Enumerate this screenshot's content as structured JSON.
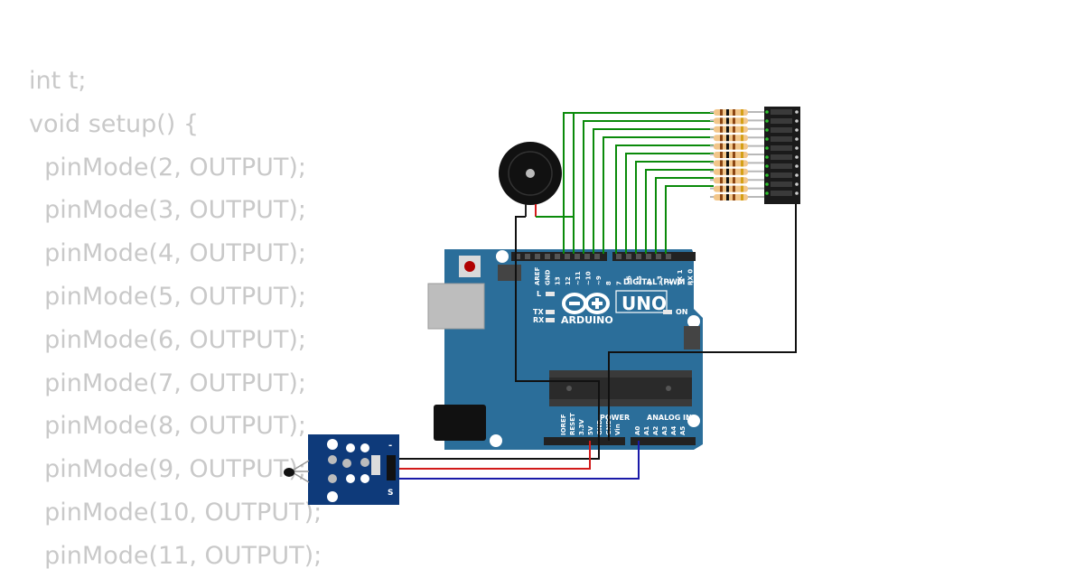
{
  "code": {
    "lines": [
      "int t;",
      "void setup() {",
      "  pinMode(2, OUTPUT);",
      "  pinMode(3, OUTPUT);",
      "  pinMode(4, OUTPUT);",
      "  pinMode(5, OUTPUT);",
      "  pinMode(6, OUTPUT);",
      "  pinMode(7, OUTPUT);",
      "  pinMode(8, OUTPUT);",
      "  pinMode(9, OUTPUT);",
      "  pinMode(10, OUTPUT);",
      "  pinMode(11, OUTPUT);"
    ]
  },
  "board": {
    "brand": "ARDUINO",
    "model": "UNO",
    "digital_header": "DIGITAL (PWM ~)",
    "power_header": "POWER",
    "analog_header": "ANALOG IN",
    "on_label": "ON",
    "l_label": "L",
    "tx_label": "TX",
    "rx_label": "RX",
    "digital_pins": [
      "AREF",
      "GND",
      "13",
      "12",
      "~11",
      "~10",
      "~9",
      "8",
      "7",
      "~6",
      "~5",
      "4",
      "~3",
      "2",
      "TX 1",
      "RX 0"
    ],
    "power_pins": [
      "IOREF",
      "RESET",
      "3.3V",
      "5V",
      "GND",
      "GND",
      "Vin"
    ],
    "analog_pins": [
      "A0",
      "A1",
      "A2",
      "A3",
      "A4",
      "A5"
    ]
  },
  "sensor": {
    "pin_labels": [
      "-",
      "S"
    ]
  },
  "colors": {
    "board": "#2b6e9a",
    "wire_signal": "#0a8a0a",
    "wire_ground": "#111111",
    "wire_power": "#d11a1a",
    "wire_analog": "#1a1aa8",
    "code_text": "#c9c9c9"
  }
}
